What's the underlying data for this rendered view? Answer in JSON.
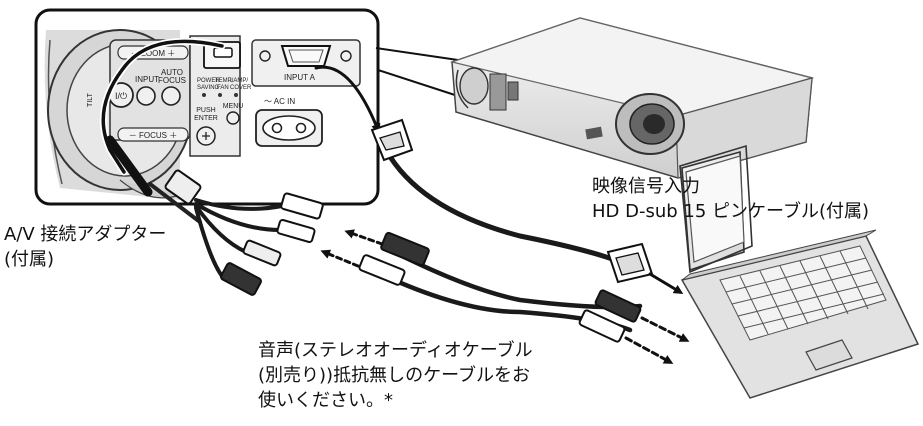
{
  "panel": {
    "zoom": "－ ZOOM ＋",
    "focus": "－ FOCUS ＋",
    "input": "INPUT",
    "auto_focus_1": "AUTO",
    "auto_focus_2": "FOCUS",
    "power_saving_1": "POWER",
    "power_saving_2": "SAVING",
    "temp_fan_1": "TEMP/",
    "temp_fan_2": "FAN",
    "lamp_cover_1": "LAMP/",
    "lamp_cover_2": "COVER",
    "push_enter_1": "PUSH",
    "push_enter_2": "ENTER",
    "menu": "MENU",
    "input_a": "INPUT A",
    "ac_in": "～ AC IN",
    "tilt": "TILT",
    "power_symbol": "I/⏻"
  },
  "labels": {
    "video_input": "映像信号入力",
    "hd_dsub_cable": "HD D-sub 15 ピンケーブル(付属)",
    "av_adapter_1": "A/V 接続アダプター",
    "av_adapter_2": "(付属)",
    "audio_cable_1": "音声(ステレオオーディオケーブル",
    "audio_cable_2": "(別売り))抵抗無しのケーブルをお",
    "audio_cable_3": "使いください。*"
  },
  "colors": {
    "outline": "#111111",
    "panel_fill": "#e6e6e6",
    "cable": "#1a1a1a",
    "projector_body": "#efefef"
  }
}
